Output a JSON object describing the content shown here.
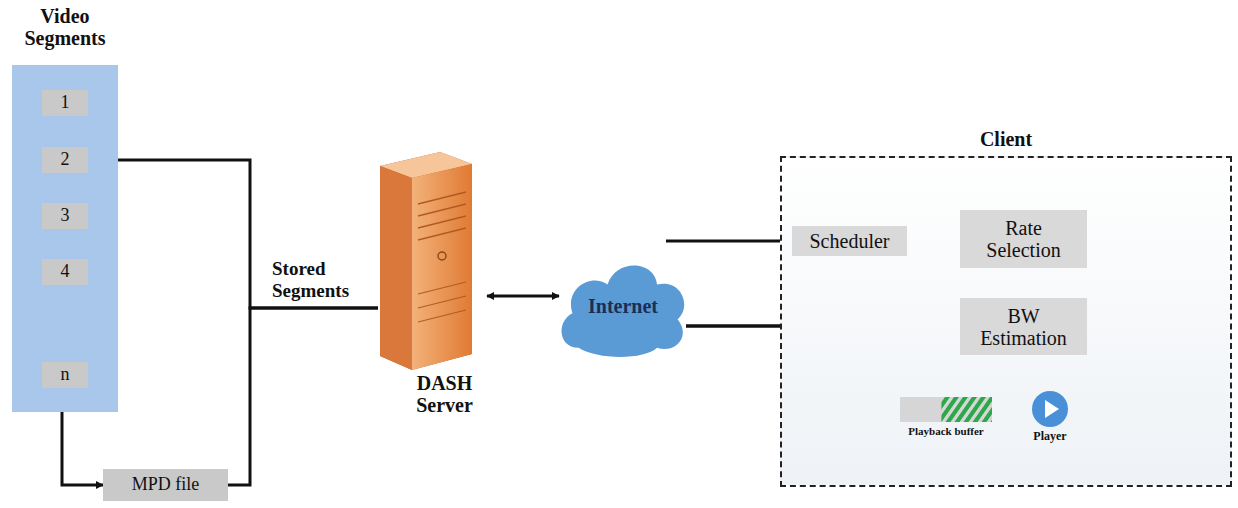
{
  "diagram": {
    "nodes": [
      {
        "text": [
          "Video Segments"
        ]
      },
      {
        "text": [
          "1"
        ],
        "in": 0
      },
      {
        "text": [
          "2"
        ],
        "in": 0
      },
      {
        "text": [
          "3"
        ],
        "in": 0
      },
      {
        "text": [
          "4"
        ],
        "in": 0
      },
      {
        "text": [
          "n"
        ],
        "in": 0
      },
      {
        "text": [
          "MPD file"
        ]
      },
      {
        "text": [
          "DASH Server"
        ]
      },
      {
        "text": [
          "Internet"
        ]
      },
      {
        "text": [
          "Client"
        ]
      },
      {
        "text": [
          "Scheduler"
        ],
        "in": 9
      },
      {
        "text": [
          "Rate Selection"
        ],
        "in": 9
      },
      {
        "text": [
          "BW Estimation"
        ],
        "in": 9
      },
      {
        "text": [
          "Playback buffer"
        ],
        "in": 9
      },
      {
        "text": [
          "Player"
        ],
        "in": 9
      }
    ],
    "edges": [
      {
        "from": 0,
        "to": 6,
        "arrow": "to"
      },
      {
        "from": 2,
        "to": 7,
        "arrow": "none"
      },
      {
        "from": 6,
        "to": 7,
        "arrow": "none"
      },
      {
        "from": 7,
        "to": 8,
        "arrow": "both"
      },
      {
        "from": 8,
        "to": 10,
        "arrow": "none"
      },
      {
        "from": 11,
        "to": 10,
        "arrow": "to"
      },
      {
        "from": 11,
        "to": 12,
        "arrow": "both"
      },
      {
        "from": 8,
        "to": 12,
        "arrow": "none"
      },
      {
        "from": 8,
        "to": 13,
        "arrow": "none"
      },
      {
        "from": 13,
        "to": 14,
        "arrow": "both"
      }
    ],
    "labels": [
      "Stored Segments"
    ]
  }
}
